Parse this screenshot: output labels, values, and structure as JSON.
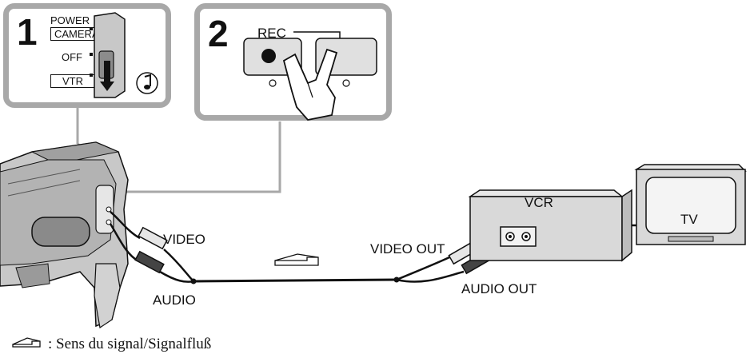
{
  "panel1": {
    "number": "1",
    "power_label": "POWER",
    "camera_label": "CAMERA",
    "off_label": "OFF",
    "vtr_label": "VTR"
  },
  "panel2": {
    "number": "2",
    "rec_label": "REC"
  },
  "devices": {
    "vcr_label": "VCR",
    "tv_label": "TV"
  },
  "connectors": {
    "video_label": "VIDEO",
    "audio_label": "AUDIO",
    "video_out_label": "VIDEO OUT",
    "audio_out_label": "AUDIO OUT"
  },
  "legend": {
    "caption": ": Sens du signal/Signalfluß"
  },
  "icons": [
    "music-note-icon",
    "hand-press-icon",
    "signal-arrow-icon"
  ],
  "colors": {
    "frame": "#a8a8a8",
    "device_fill": "#d9d9d9",
    "line": "#111111"
  }
}
